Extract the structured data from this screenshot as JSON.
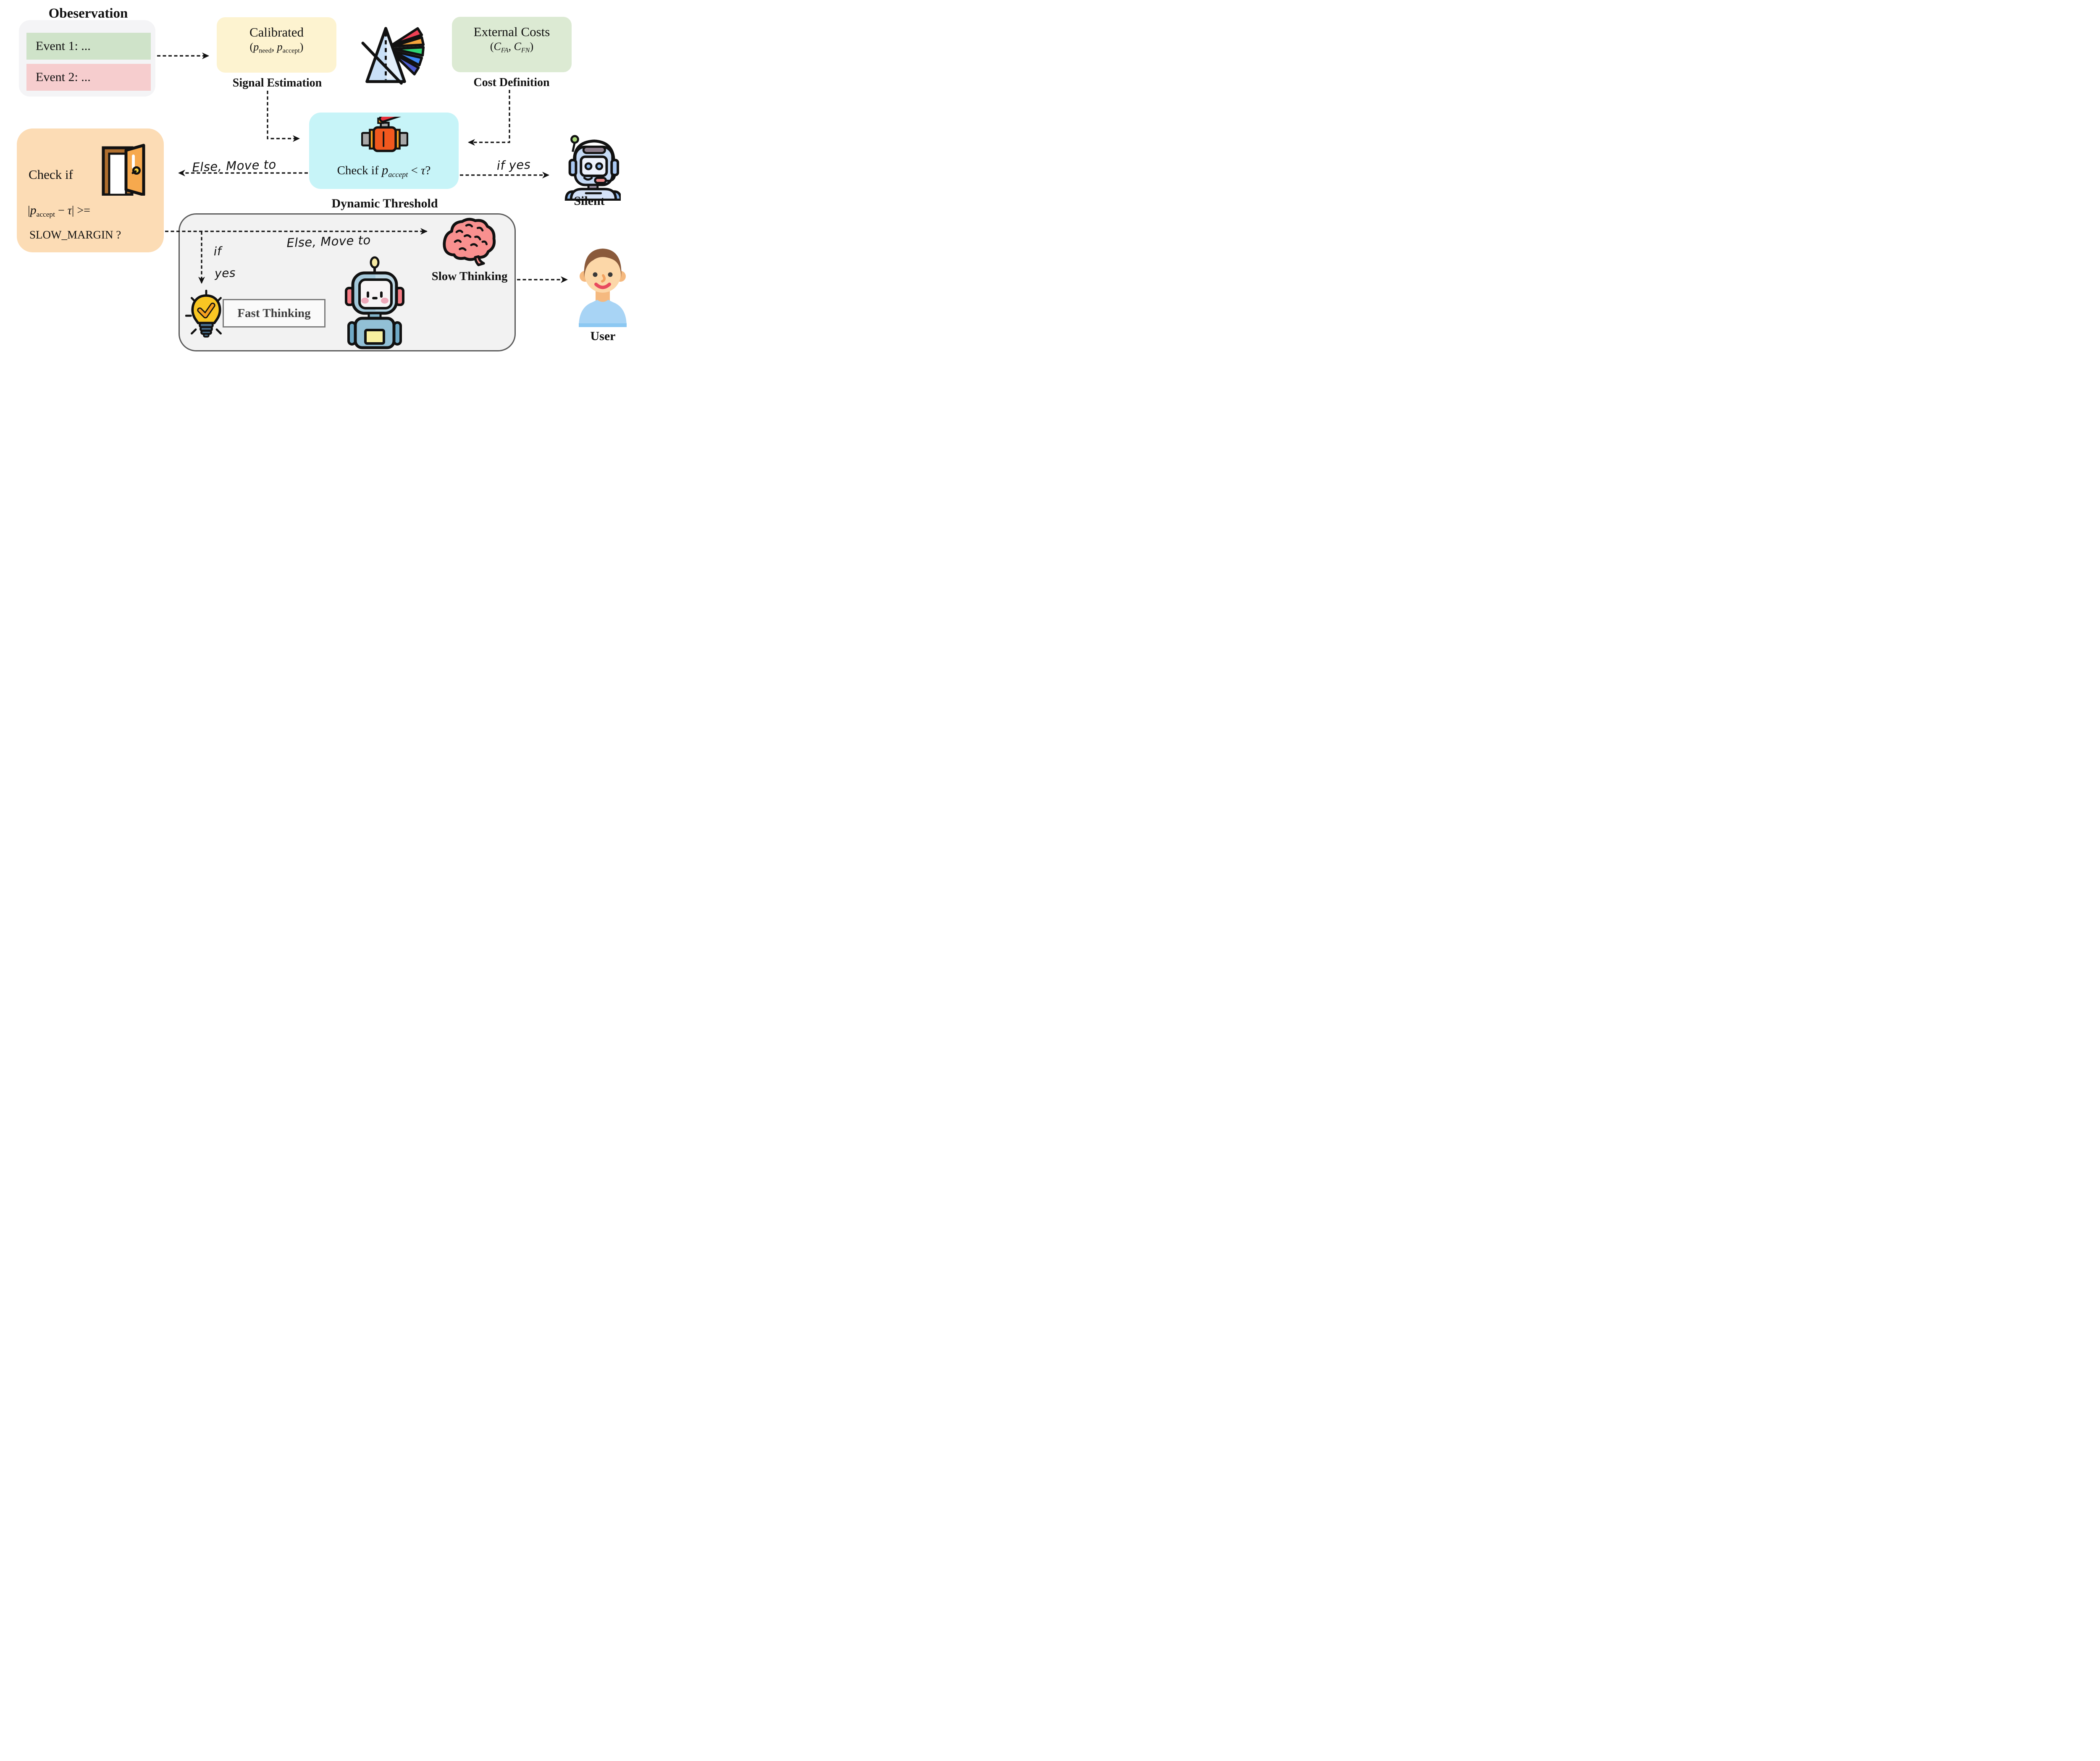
{
  "observation": {
    "title": "Obeservation",
    "events": [
      {
        "label": "Event 1: ..."
      },
      {
        "label": "Event 2: ..."
      }
    ]
  },
  "signal_estimation": {
    "box_title": "Calibrated",
    "formula": {
      "open": "(",
      "var1": "p",
      "sub1": "need",
      "sep": ", ",
      "var2": "p",
      "sub2": "accept",
      "close": ")"
    },
    "caption": "Signal Estimation"
  },
  "cost_definition": {
    "box_title": "External Costs",
    "formula": {
      "open": "(",
      "var1": "C",
      "sub1": "FA",
      "sep": ", ",
      "var2": "C",
      "sub2": "FN",
      "close": ")"
    },
    "caption": "Cost Definition"
  },
  "dynamic_threshold": {
    "check_prefix": "Check if ",
    "p_var": "p",
    "p_sub": "accept",
    "lt": " < ",
    "tau": "τ",
    "question": "?",
    "caption": "Dynamic Threshold"
  },
  "margin_check": {
    "line1": "Check if",
    "abs_open": "|",
    "p_var": "p",
    "p_sub": "accept",
    "minus": " − ",
    "tau": "τ",
    "abs_close_gte": "| >=",
    "line3": "SLOW_MARGIN ?"
  },
  "edge_labels": {
    "else_move_left": "Else, Move to",
    "if_yes": "if yes",
    "branch_if": "if",
    "branch_yes": "yes",
    "else_move_bottom": "Else, Move to"
  },
  "silent": {
    "caption": "Silent"
  },
  "fast_thinking": {
    "caption": "Fast Thinking"
  },
  "slow_thinking": {
    "caption": "Slow Thinking"
  },
  "user": {
    "caption": "User"
  },
  "icons": {
    "prism": "prism-icon",
    "valve": "valve-icon",
    "door": "open-door-icon",
    "silent_robot": "robot-headset-icon",
    "brain": "brain-icon",
    "lightbulb": "lightbulb-check-icon",
    "robot": "robot-icon",
    "user": "user-person-icon"
  },
  "colors": {
    "observation_bg": "#f4f4f6",
    "event1_bg": "#cfe3c9",
    "event2_bg": "#f6cdce",
    "calibrated_bg": "#fdf3d0",
    "external_costs_bg": "#dcead3",
    "threshold_bg": "#c7f4f8",
    "margin_bg": "#fcdcb5",
    "thinking_panel_bg": "#f2f2f2",
    "arrow": "#111111",
    "brain_pink": "#f9908f",
    "bulb_yellow": "#f9c623",
    "valve_orange": "#f2581e"
  }
}
